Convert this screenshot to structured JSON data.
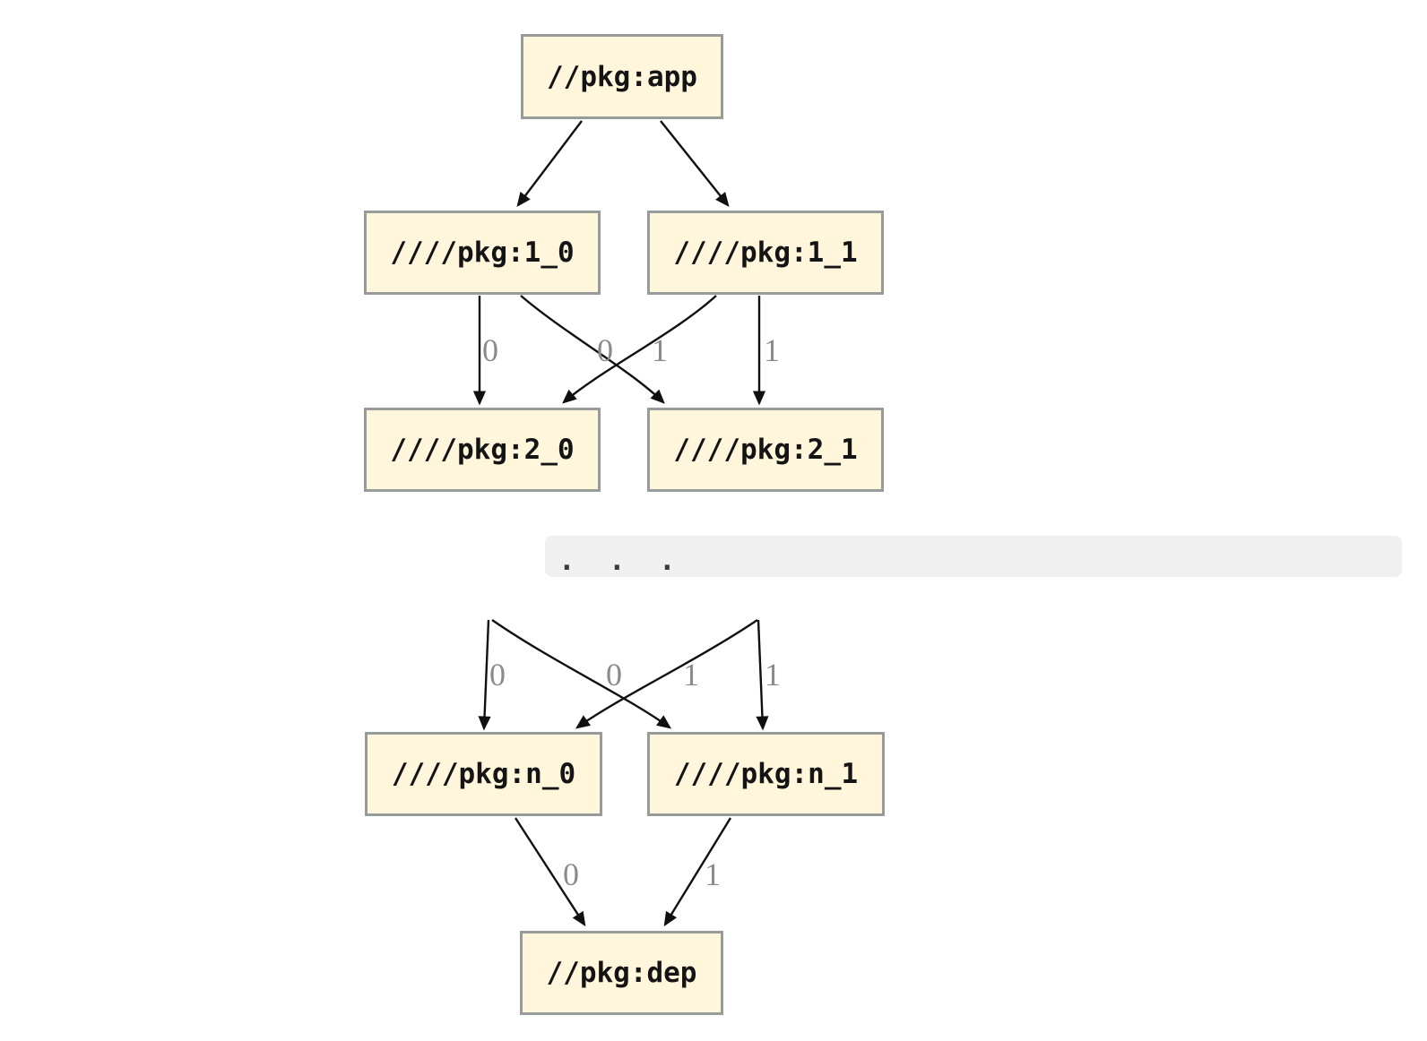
{
  "style": {
    "page_bg": "#ffffff",
    "node_fill": "#fff6dc",
    "node_border": "#979b99",
    "node_text_color": "#141414",
    "edge_color": "#101010",
    "edge_label_color": "#8b8b8b",
    "ellipsis_bar_bg": "#f0f0f0",
    "ellipsis_text_color": "#3a3a3a"
  },
  "graph": {
    "ellipsis": ".  .  .",
    "nodes": [
      {
        "id": "app",
        "label": "//pkg:app"
      },
      {
        "id": "1_0",
        "label": "////pkg:1_0"
      },
      {
        "id": "1_1",
        "label": "////pkg:1_1"
      },
      {
        "id": "2_0",
        "label": "////pkg:2_0"
      },
      {
        "id": "2_1",
        "label": "////pkg:2_1"
      },
      {
        "id": "n_0",
        "label": "////pkg:n_0"
      },
      {
        "id": "n_1",
        "label": "////pkg:n_1"
      },
      {
        "id": "dep",
        "label": "//pkg:dep"
      }
    ],
    "edges": [
      {
        "from": "app",
        "to": "1_0",
        "label": ""
      },
      {
        "from": "app",
        "to": "1_1",
        "label": ""
      },
      {
        "from": "1_0",
        "to": "2_0",
        "label": "0"
      },
      {
        "from": "1_0",
        "to": "2_1",
        "label": "0"
      },
      {
        "from": "1_1",
        "to": "2_0",
        "label": "1"
      },
      {
        "from": "1_1",
        "to": "2_1",
        "label": "1"
      },
      {
        "from": "…",
        "to": "n_0",
        "label": "0"
      },
      {
        "from": "…",
        "to": "n_1",
        "label": "0"
      },
      {
        "from": "…",
        "to": "n_0",
        "label": "1"
      },
      {
        "from": "…",
        "to": "n_1",
        "label": "1"
      },
      {
        "from": "n_0",
        "to": "dep",
        "label": "0"
      },
      {
        "from": "n_1",
        "to": "dep",
        "label": "1"
      }
    ]
  }
}
